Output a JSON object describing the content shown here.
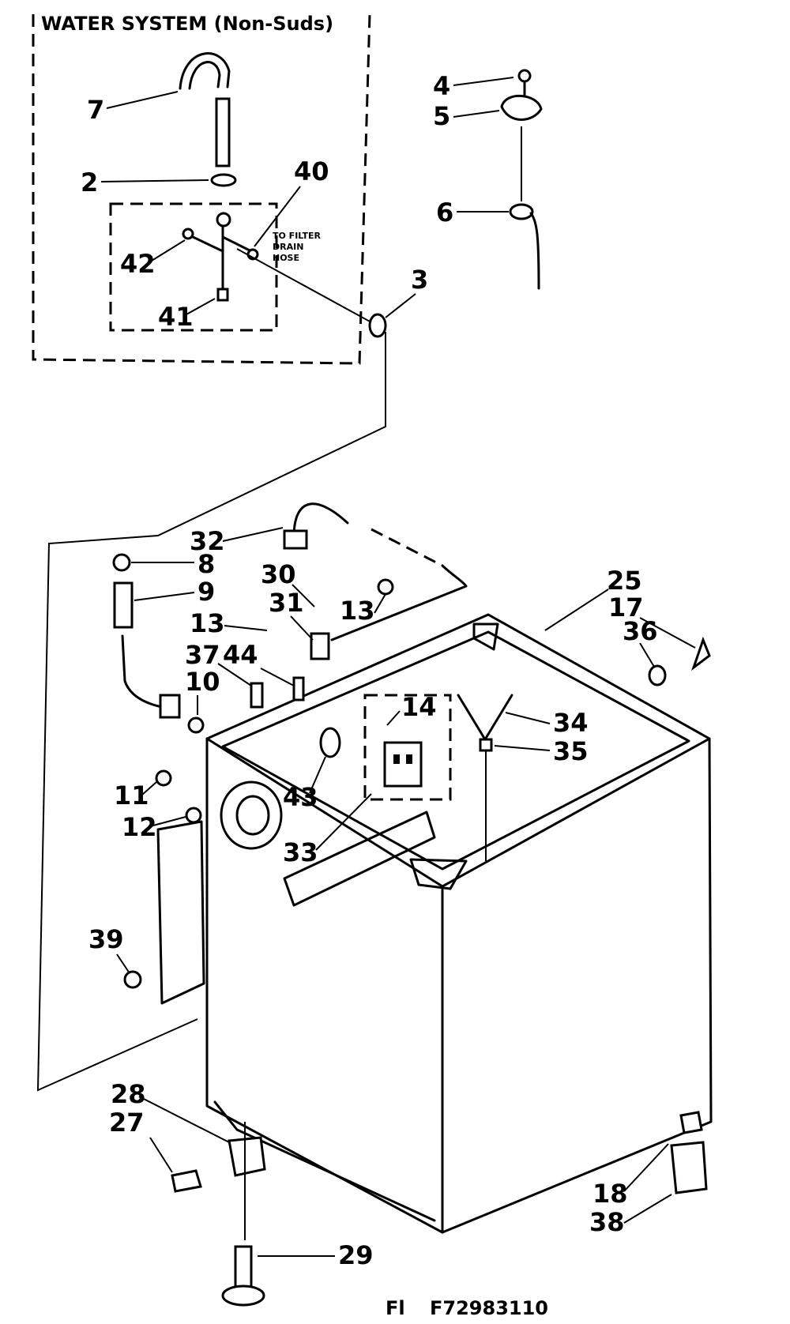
{
  "inset": {
    "title": "WATER SYSTEM (Non-Suds)",
    "note_lines": [
      "TO FILTER",
      "DRAIN",
      "HOSE"
    ]
  },
  "callouts": {
    "c7": "7",
    "c2": "2",
    "c40": "40",
    "c42": "42",
    "c41": "41",
    "c4": "4",
    "c5": "5",
    "c6": "6",
    "c3": "3",
    "c32": "32",
    "c8": "8",
    "c9": "9",
    "c30": "30",
    "c31": "31",
    "c13a": "13",
    "c13b": "13",
    "c37": "37",
    "c44": "44",
    "c10": "10",
    "c25": "25",
    "c17": "17",
    "c36": "36",
    "c14": "14",
    "c34": "34",
    "c35": "35",
    "c11": "11",
    "c12": "12",
    "c43": "43",
    "c33": "33",
    "c39": "39",
    "c28": "28",
    "c27": "27",
    "c18": "18",
    "c38": "38",
    "c29": "29"
  },
  "footer": {
    "prefix": "Fl",
    "code": "F72983110"
  }
}
